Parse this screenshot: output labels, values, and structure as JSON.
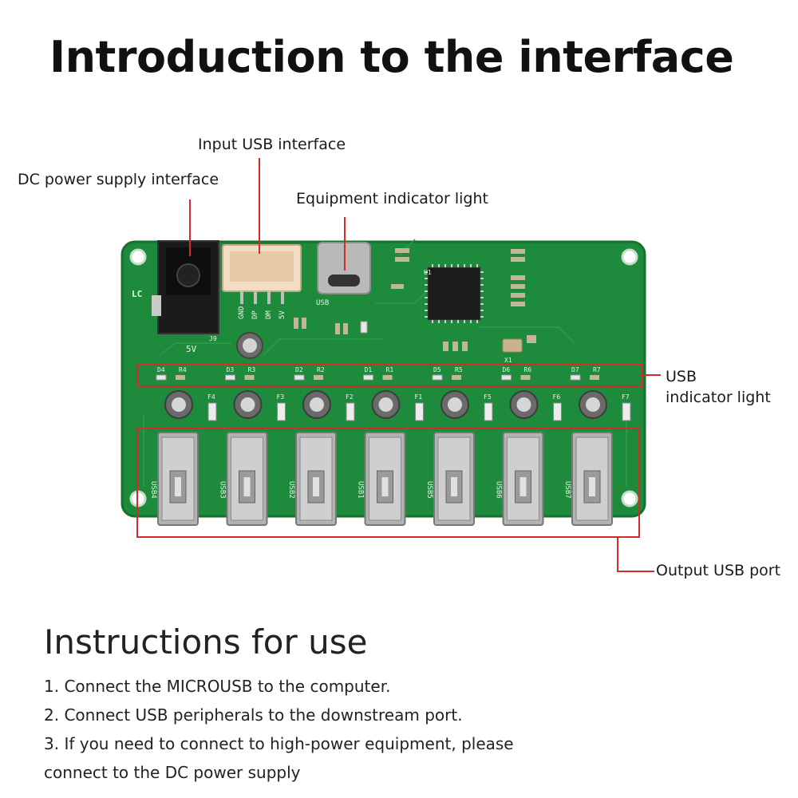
{
  "title": "Introduction to the interface",
  "callouts": {
    "input_usb": "Input USB interface",
    "dc_power": "DC power supply interface",
    "equipment_light": "Equipment indicator light",
    "usb_light_line1": "USB",
    "usb_light_line2": "indicator light",
    "output_usb": "Output USB port"
  },
  "board": {
    "brand_mark": "LC",
    "jack_label": "5V",
    "jack_ref": "J9",
    "header_pins": [
      "GND",
      "DP",
      "DM",
      "5V"
    ],
    "typec_label": "USB",
    "chip_ref": "U1",
    "crystal_ref": "X1",
    "ports": [
      {
        "label": "USB4",
        "led": "D4",
        "res": "R4",
        "fuse": "F4"
      },
      {
        "label": "USB3",
        "led": "D3",
        "res": "R3",
        "fuse": "F3"
      },
      {
        "label": "USB2",
        "led": "D2",
        "res": "R2",
        "fuse": "F2"
      },
      {
        "label": "USB1",
        "led": "D1",
        "res": "R1",
        "fuse": "F1"
      },
      {
        "label": "USB5",
        "led": "D5",
        "res": "R5",
        "fuse": "F5"
      },
      {
        "label": "USB6",
        "led": "D6",
        "res": "R6",
        "fuse": "F6"
      },
      {
        "label": "USB7",
        "led": "D7",
        "res": "R7",
        "fuse": "F7"
      }
    ],
    "colors": {
      "pcb": "#1e8a3c",
      "pcb_edge": "#17702f",
      "annotation": "#d42a2a"
    }
  },
  "instructions": {
    "heading": "Instructions for use",
    "steps": [
      "1. Connect the MICROUSB to the computer.",
      "2. Connect USB peripherals to the downstream port.",
      "3. If you need to connect to high-power equipment, please",
      "connect to the DC power supply"
    ]
  }
}
